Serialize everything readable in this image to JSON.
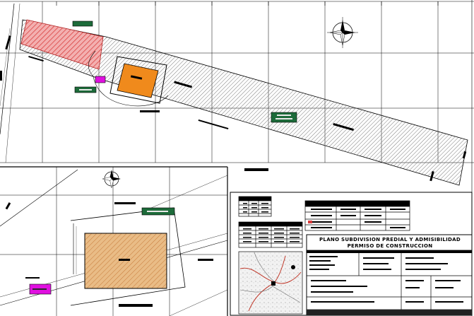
{
  "drawing": {
    "colors": {
      "background": "#ffffff",
      "line": "#000000",
      "hatch": "#888888",
      "red_lot": "#d83a3a",
      "orange_building": "#f08a1c",
      "magenta_marker": "#e010e0",
      "green_label": "#1d6b3a",
      "tan_building": "#e3a86a"
    },
    "icons": [
      "north-arrow-icon",
      "north-arrow-icon-detail"
    ],
    "title_block": {
      "title_line1": "PLANO SUBDIVISION PREDIAL Y ADMISIBILIDAD",
      "title_line2": "PERMISO DE CONSTRUCCION"
    }
  }
}
